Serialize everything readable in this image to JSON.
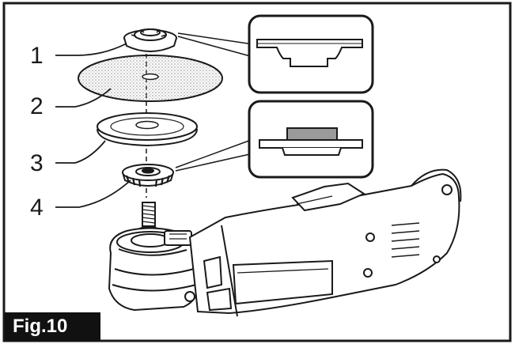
{
  "figure": {
    "label": "Fig.10"
  },
  "callouts": [
    {
      "number": "1",
      "part": "inner-flange"
    },
    {
      "number": "2",
      "part": "abrasive-disc"
    },
    {
      "number": "3",
      "part": "backing-pad"
    },
    {
      "number": "4",
      "part": "lock-nut"
    }
  ],
  "colors": {
    "line": "#1a1a1a",
    "label_bg": "#111111",
    "label_text": "#ffffff",
    "pad_fill": "#9a9a9a",
    "disc_dots": "#8a8a8a"
  }
}
